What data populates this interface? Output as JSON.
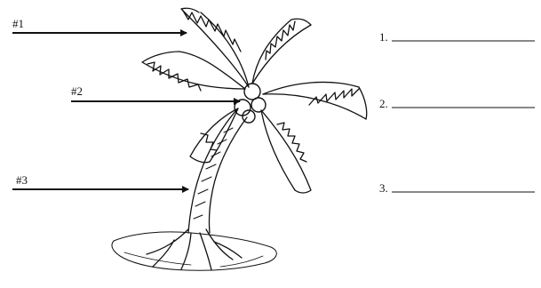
{
  "pointers": [
    {
      "label": "#1"
    },
    {
      "label": "#2"
    },
    {
      "label": "#3"
    }
  ],
  "answer_blanks": [
    {
      "number": "1.",
      "line": "____________________"
    },
    {
      "number": "2.",
      "line": "____________________"
    },
    {
      "number": "3.",
      "line": "____________________"
    }
  ],
  "colors": {
    "ink": "#111111",
    "background": "#ffffff"
  }
}
